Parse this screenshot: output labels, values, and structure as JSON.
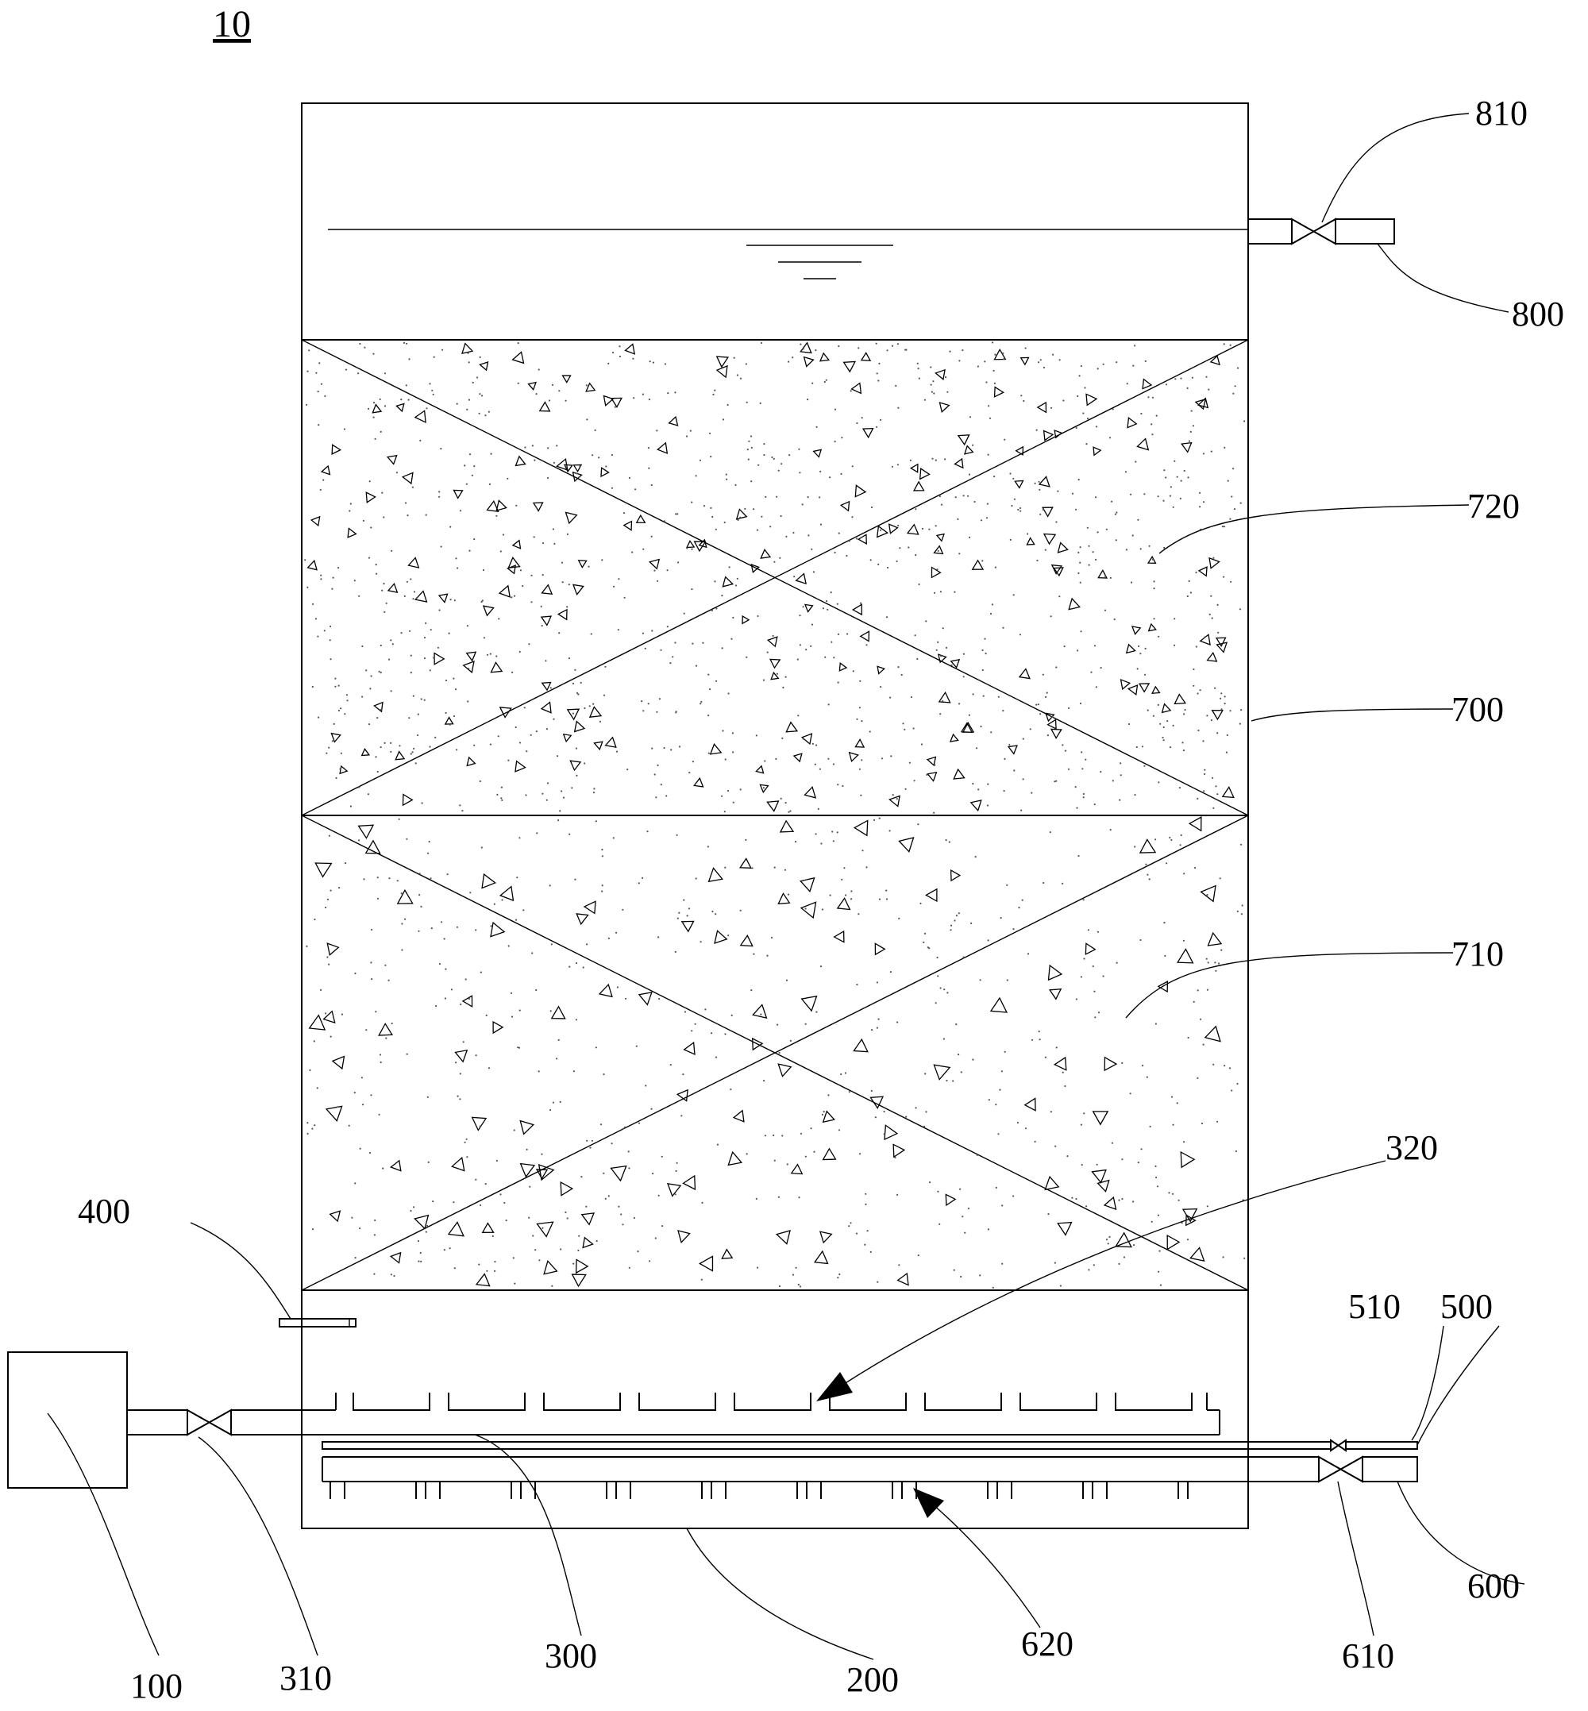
{
  "figure": {
    "number": "10"
  },
  "labels": {
    "l810": "810",
    "l800": "800",
    "l720": "720",
    "l700": "700",
    "l710": "710",
    "l320": "320",
    "l400": "400",
    "l510": "510",
    "l500": "500",
    "l600": "600",
    "l610": "610",
    "l620": "620",
    "l200": "200",
    "l300": "300",
    "l310": "310",
    "l100": "100"
  }
}
